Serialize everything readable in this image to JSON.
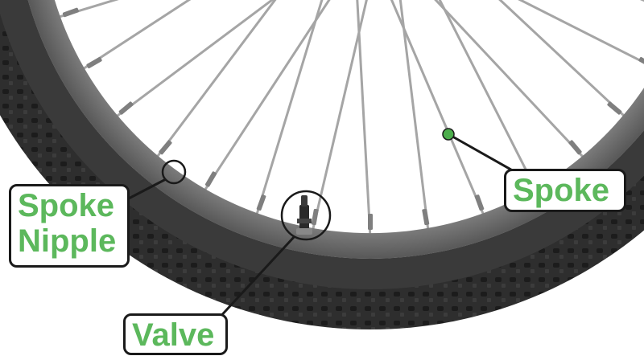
{
  "labels": {
    "spoke_nipple": {
      "line1": "Spoke",
      "line2": "Nipple"
    },
    "valve": "Valve",
    "spoke": "Spoke"
  },
  "colors": {
    "label_text": "#5cb85c",
    "marker": "#4cae4c",
    "tire": "#2b2b2b",
    "rim": "#6e6e6e",
    "spoke": "#a5a5a5"
  }
}
